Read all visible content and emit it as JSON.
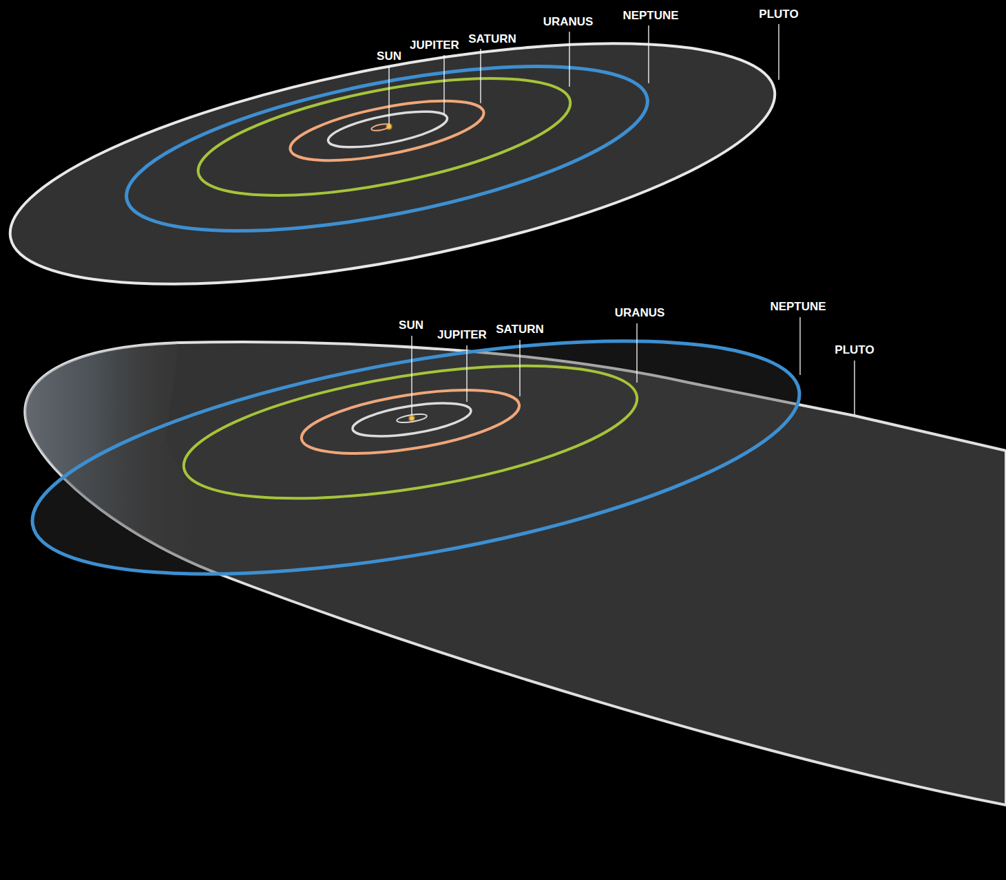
{
  "diagram": {
    "labels": [
      "SUN",
      "JUPITER",
      "SATURN",
      "URANUS",
      "NEPTUNE",
      "PLUTO",
      "SUN",
      "JUPITER",
      "SATURN",
      "URANUS",
      "NEPTUNE",
      "PLUTO"
    ]
  }
}
